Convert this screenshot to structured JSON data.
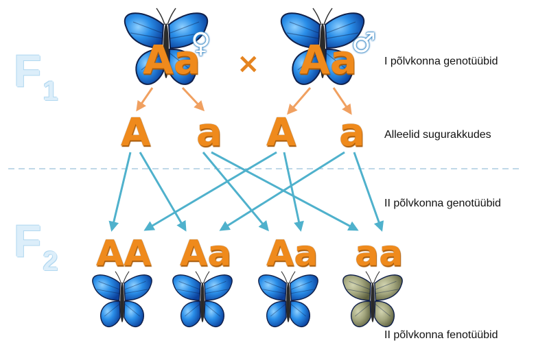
{
  "generations": {
    "f1": {
      "letter": "F",
      "sub": "1"
    },
    "f2": {
      "letter": "F",
      "sub": "2"
    }
  },
  "labels": {
    "parent_genotypes": "I põlvkonna genotüübid",
    "gamete_alleles": "Alleelid sugurakkudes",
    "offspring_genotypes": "II põlvkonna genotüübid",
    "offspring_phenotypes": "II põlvkonna fenotüübid"
  },
  "parents": [
    {
      "genotype": "Aa",
      "sex_symbol": "♀"
    },
    {
      "genotype": "Aa",
      "sex_symbol": "♂"
    }
  ],
  "cross_symbol": "×",
  "gametes": [
    "A",
    "a",
    "A",
    "a"
  ],
  "offspring": [
    {
      "genotype": "AA",
      "phenotype": "blue"
    },
    {
      "genotype": "Aa",
      "phenotype": "blue"
    },
    {
      "genotype": "Aa",
      "phenotype": "blue"
    },
    {
      "genotype": "aa",
      "phenotype": "olive"
    }
  ],
  "colors": {
    "allele": "#ef8a1c",
    "arrow_parent": "#f0a060",
    "arrow_offspring": "#4fb1cc",
    "butterfly_blue": "#1f7fe0",
    "butterfly_olive": "#9fa27a",
    "divider": "#7fb2cf"
  }
}
